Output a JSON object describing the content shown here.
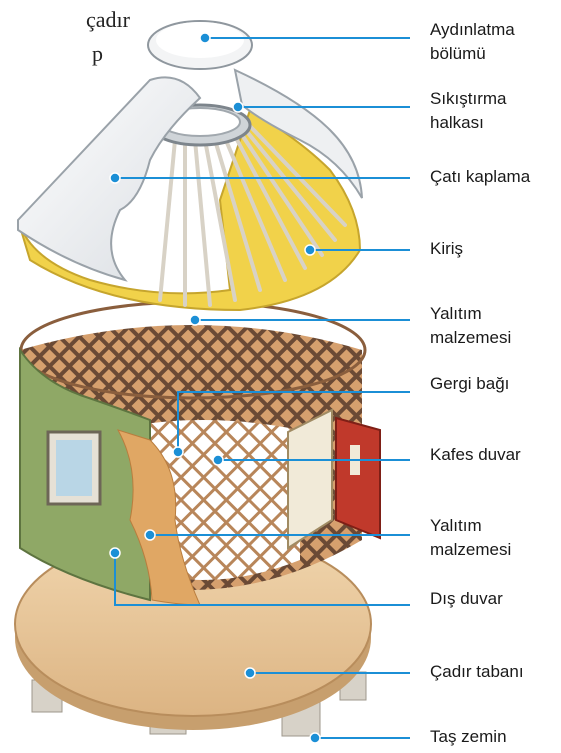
{
  "cut_text": [
    "çadır",
    "p"
  ],
  "labels": [
    {
      "line1": "Aydınlatma",
      "line2": "bölümü"
    },
    {
      "line1": "Sıkıştırma",
      "line2": "halkası"
    },
    {
      "line1": "Çatı kaplama",
      "line2": ""
    },
    {
      "line1": "Kiriş",
      "line2": ""
    },
    {
      "line1": "Yalıtım",
      "line2": "malzemesi"
    },
    {
      "line1": "Gergi bağı",
      "line2": ""
    },
    {
      "line1": "Kafes duvar",
      "line2": ""
    },
    {
      "line1": "Yalıtım",
      "line2": "malzemesi"
    },
    {
      "line1": "Dış duvar",
      "line2": ""
    },
    {
      "line1": "Çadır tabanı",
      "line2": ""
    },
    {
      "line1": "Taş zemin",
      "line2": ""
    }
  ],
  "colors": {
    "leader": "#1b8fd6",
    "roof_cover": "#eef0f2",
    "insulation": "#f1d24a",
    "outer_wall": "#8fa866",
    "lattice": "#c48b5c",
    "floor": "#e9c89a",
    "door": "#c0392b"
  }
}
